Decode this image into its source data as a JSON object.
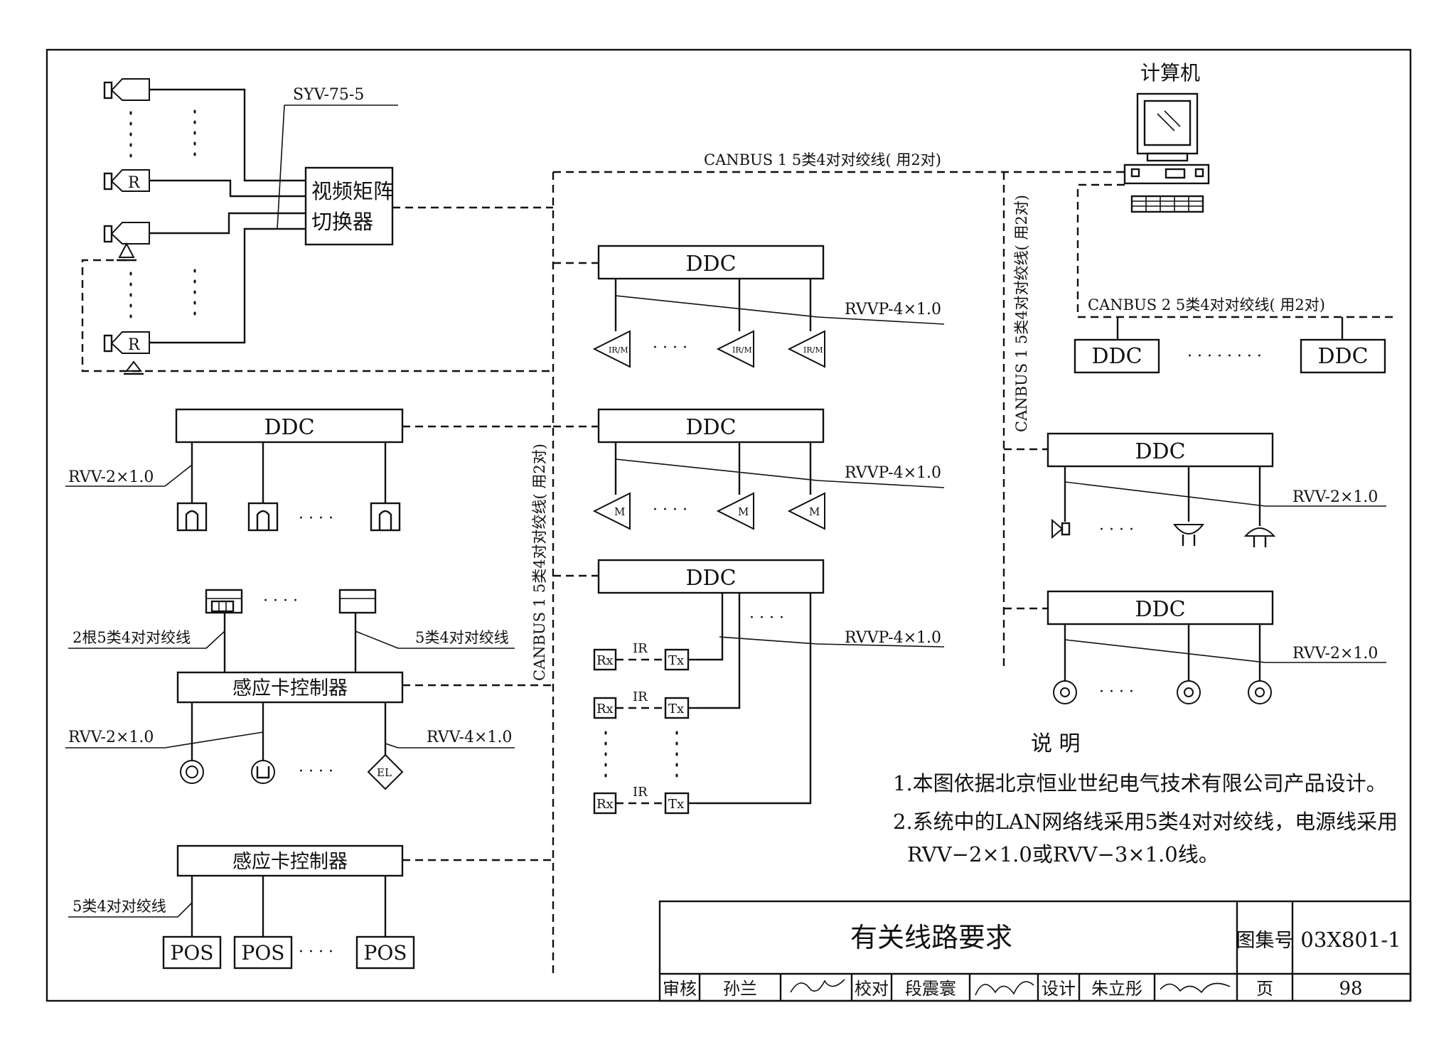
{
  "ddc": "DDC",
  "computer": "计算机",
  "video_matrix": {
    "line1": "视频矩阵",
    "line2": "切换器"
  },
  "camera_mark": "R",
  "cables": {
    "syv": "SYV-75-5",
    "canbus1_top": "CANBUS 1    5类4对对绞线( 用2对)",
    "canbus1_vertical_left": "CANBUS 1    5类4对对绞线( 用2对)",
    "canbus1_vertical_right": "CANBUS 1    5类4对对绞线( 用2对)",
    "canbus2": "CANBUS  2      5类4对对绞线( 用2对)",
    "rvvp": "RVVP-4×1.0",
    "rvv2": "RVV-2×1.0",
    "rvv4": "RVV-4×1.0",
    "twisted_2": "2根5类4对对绞线",
    "twisted": "5类4对对绞线",
    "twisted_pos": "5类4对对绞线"
  },
  "card_controller": "感应卡控制器",
  "sensor_irm": "IR/M",
  "sensor_m": "M",
  "alarm_el": "EL",
  "pos": "POS",
  "rx": "Rx",
  "tx": "Tx",
  "ir": "IR",
  "ellipsis": "· · · ·",
  "ellipsis_long": "· · · · · · · ·",
  "notes": {
    "title": "说    明",
    "items": [
      "1.本图依据北京恒业世纪电气技术有限公司产品设计。",
      "2.系统中的LAN网络线采用5类4对对绞线，电源线采用",
      "RVV−2×1.0或RVV−3×1.0线。"
    ]
  },
  "title_block": {
    "title": "有关线路要求",
    "atlas_label": "图集号",
    "atlas_no": "03X801-1",
    "review_label": "审核",
    "reviewer": "孙兰",
    "check_label": "校对",
    "checker": "段震寰",
    "design_label": "设计",
    "designer": "朱立彤",
    "page_label": "页",
    "page_no": "98"
  }
}
